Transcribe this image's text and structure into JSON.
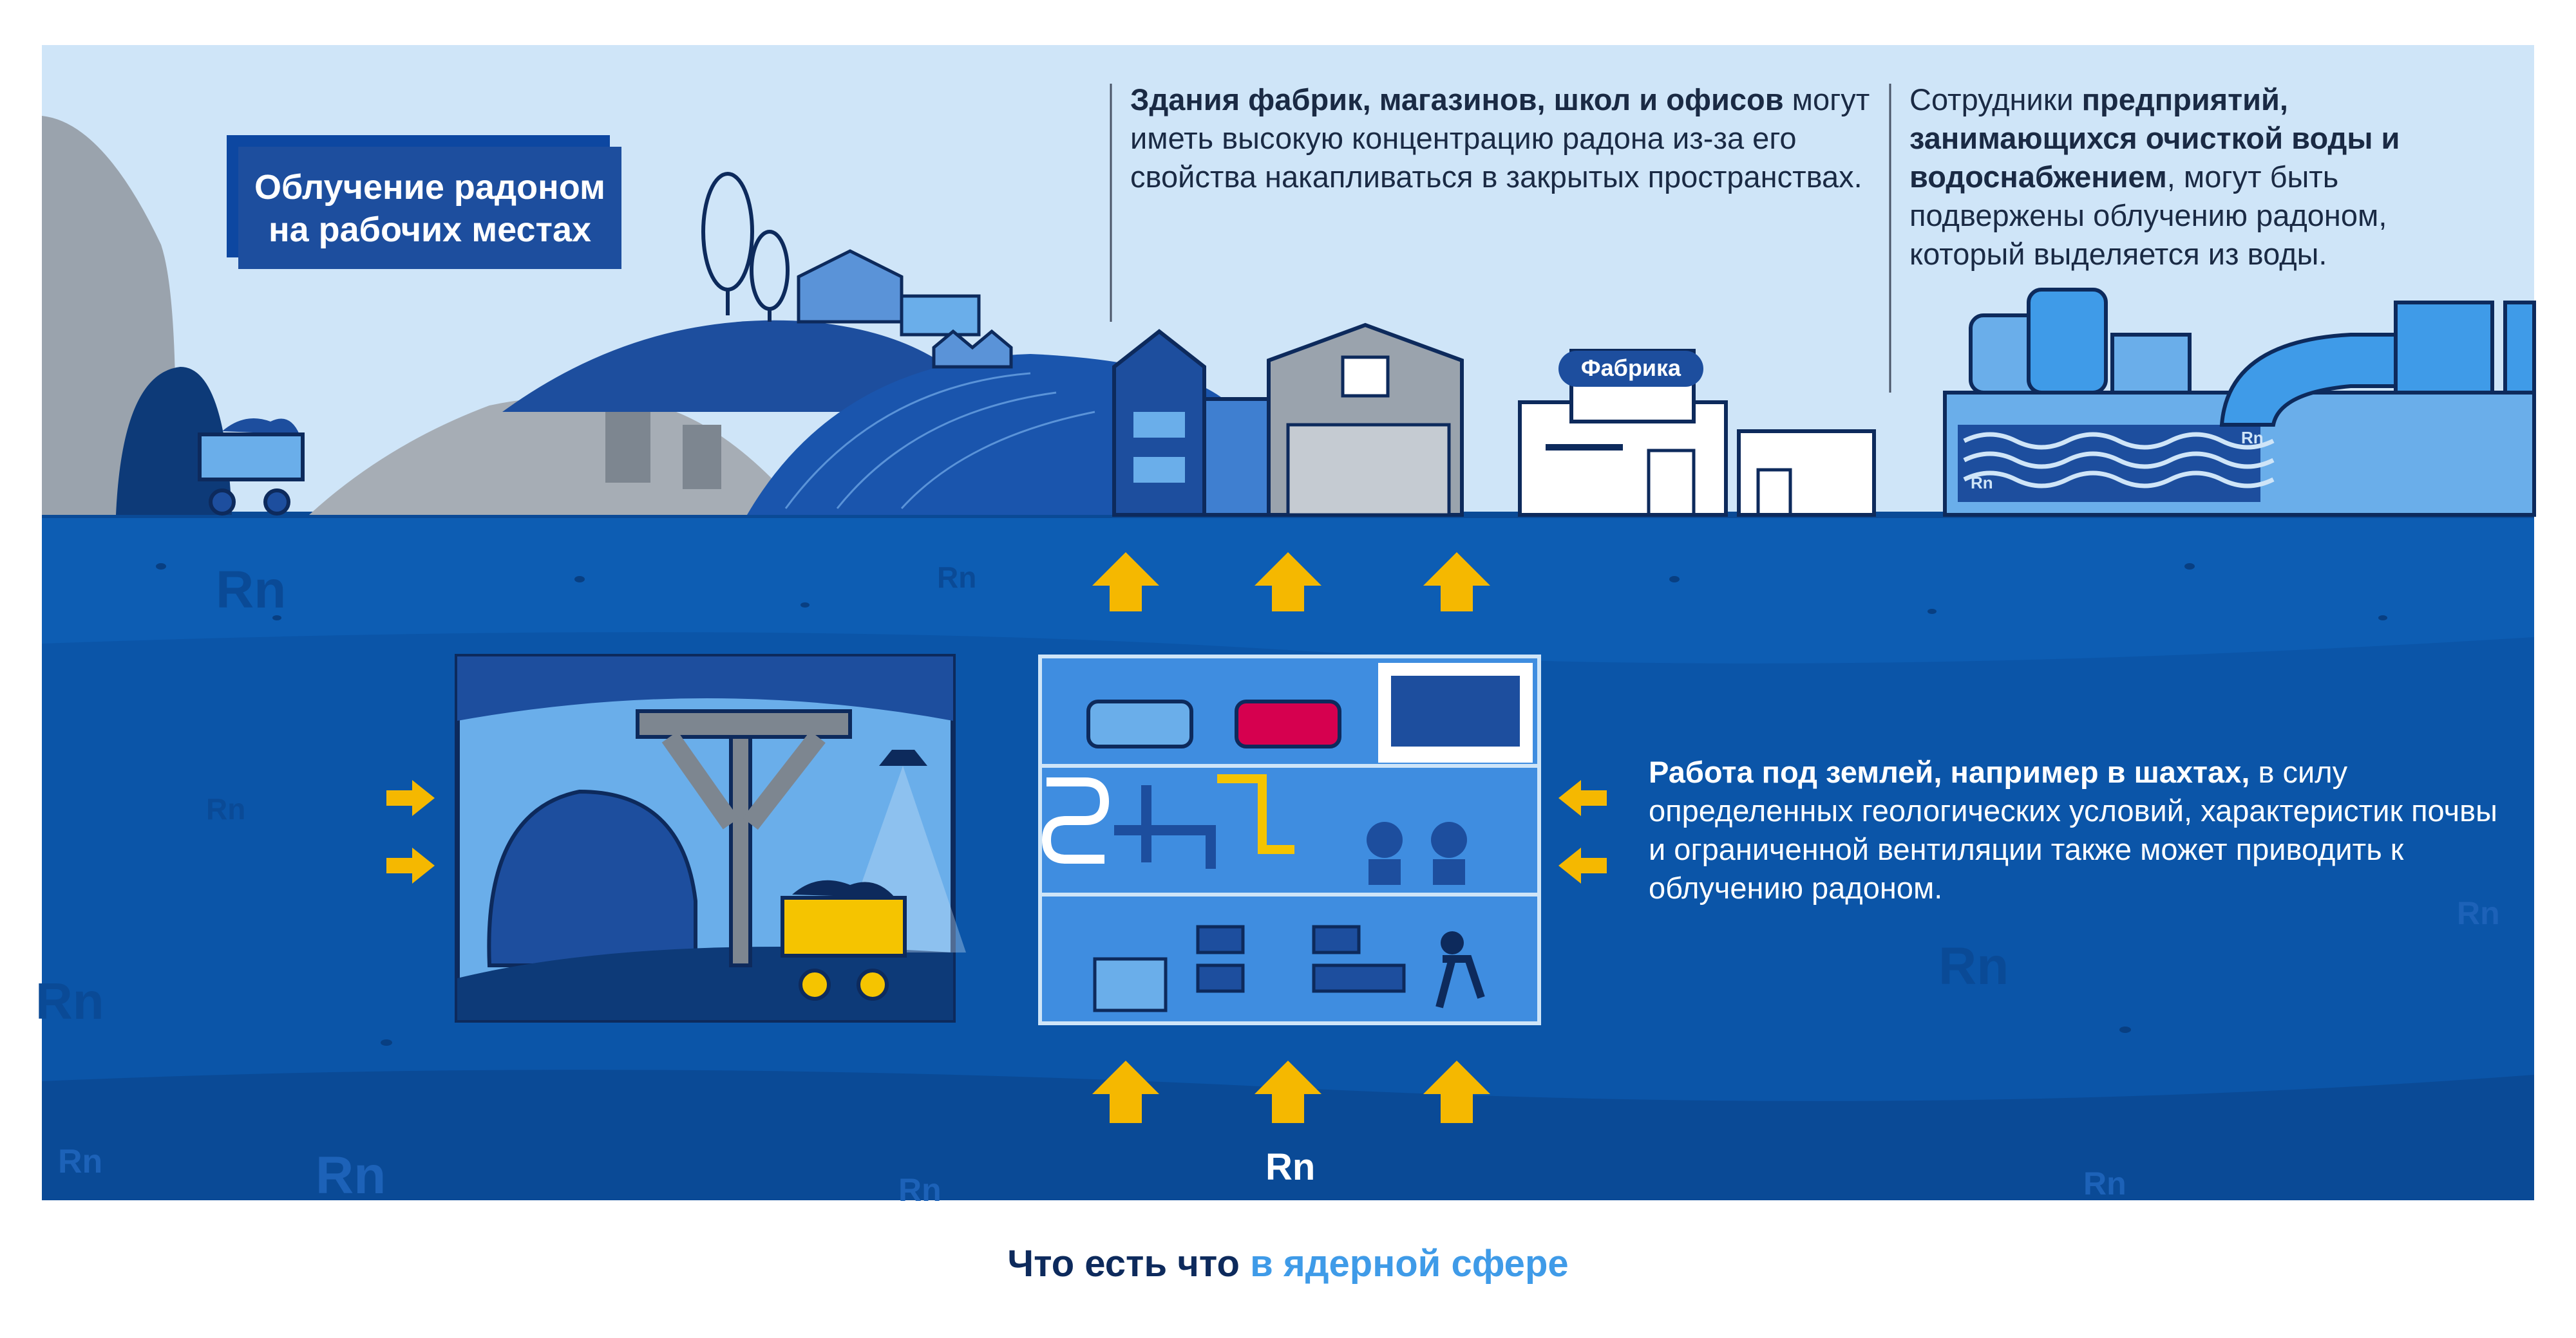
{
  "title": "Облучение радоном\nна рабочих местах",
  "building_caption": {
    "bold": "Здания фабрик, магазинов, школ и офисов",
    "normal": "могут иметь высокую концентрацию радона из-за его свойства накапливаться в закрытых пространствах."
  },
  "water_caption": {
    "part1": "Сотрудники ",
    "bold": "предприятий, занимающихся очисткой воды и водоснабжением",
    "part2": ", могут быть подвержены облучению радоном, который выделяется из воды."
  },
  "underground_caption": {
    "bold": "Работа под землей, например в шахтах,",
    "normal": " в силу определенных геологических условий, характеристик почвы и ограниченной вентиляции также может приводить к облучению радоном."
  },
  "factory_label": "Фабрика",
  "rn_symbol": "Rn",
  "footer": {
    "part1": "Что есть что ",
    "accent": "в ядерной сфере"
  },
  "colors": {
    "sky": "#cfe5f8",
    "ground": "#0d5db3",
    "ground_dark": "#0a4a96",
    "arrow": "#f5b800",
    "accent": "#3f9be8",
    "title_box": "#1d4e9e"
  }
}
